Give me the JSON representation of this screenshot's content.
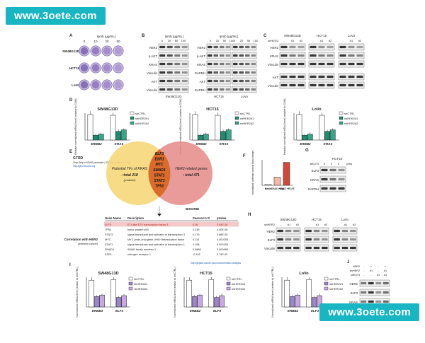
{
  "watermarks": {
    "top": "www.3oete.com",
    "bottom": "www.3oete.com"
  },
  "panels": {
    "A": {
      "letter": "A",
      "header": "Ipmb (µg/mL)",
      "concs": [
        "0",
        "10",
        "20",
        "50"
      ],
      "rows": [
        "SW48G13D",
        "HCT15",
        "LoVo"
      ]
    },
    "B": {
      "letter": "B",
      "header1": "Ipmb (µg/mL)",
      "header2": "Ipmb (µg/mL)",
      "concs1": [
        "0",
        "20",
        "50",
        "100"
      ],
      "concs2": [
        "0",
        "20",
        "50",
        "100"
      ],
      "blots1": [
        "HER2",
        "p-AKT",
        "KRAS",
        "Vinculin",
        "AKT",
        "Vinculin"
      ],
      "blots2": [
        "HER2",
        "p-AKT",
        "KRAS",
        "GAPDH",
        "AKT",
        "GAPDH"
      ],
      "cells": [
        "SW48G13D",
        "HCT15",
        "LoVo"
      ]
    },
    "C": {
      "letter": "C",
      "cells": [
        "SW48G13D",
        "HCT15",
        "LoVo"
      ],
      "sh": "shHER2",
      "lanes": [
        "-",
        "#1",
        "#2"
      ],
      "blots": [
        "HER2",
        "KRAS",
        "Vinculin",
        "AKT",
        "Vinculin"
      ]
    },
    "D": {
      "letter": "D",
      "titles": [
        "SW48G13D",
        "HCT15",
        "LoVo"
      ],
      "ylabel": "Relative normalized mRNA level (relative to CON)",
      "genes": [
        "ERBB2",
        "KRAS"
      ],
      "legend": [
        "shCTRL",
        "shHER2#1",
        "shHER2#2"
      ]
    },
    "E": {
      "letter": "E",
      "gtrd": "GTRD",
      "chip": "Chip-Seq to KRAS promoter (-2000bp relative to TSS)",
      "gtrd_url": "http://gtrd.biouml.org",
      "left_text": [
        "Potential TFs of KRAS",
        ": total 218",
        "(predicted)"
      ],
      "right_text": [
        "HER2-related genes",
        ": total 471"
      ],
      "overlap": [
        "ELF3",
        "ESR1",
        "MYC",
        "SMAD1",
        "STAT1",
        "STAT3",
        "TP53"
      ],
      "biogrid": "BIOGRID",
      "table": {
        "side_label": "Correlation with HER2",
        "side_sub": "(Intestine cancer)",
        "headers": [
          "Gene Name",
          "Description",
          "Pearson's R",
          "pValue"
        ],
        "rows": [
          [
            "ELF3",
            "E74 like ETS transcription factor 3",
            "0.36",
            "3.94E-06"
          ],
          [
            "TP53",
            "tumor protein p53",
            "0.339",
            "4.40E-06"
          ],
          [
            "STAT3",
            "signal transducer and activator of transcription 3",
            "0.176",
            "0.66E-05"
          ],
          [
            "MYC",
            "MYC proto-oncogene, bHLH transcription factor",
            "0.114",
            "0.000155"
          ],
          [
            "STAT1",
            "signal transducer and activator of transcription 1",
            "0.108",
            "0.000155"
          ],
          [
            "SMAD1",
            "SMAD family member 1",
            "0.0868",
            "0.000989"
          ],
          [
            "ESR1",
            "estrogen receptor 1",
            "-0.192",
            "2.74E-05"
          ]
        ]
      },
      "gepia": "http://gepia2.cancer-pku.cn/#correlation-analysis"
    },
    "F": {
      "letter": "F",
      "ylabel": "Normalized luciferase activity (fold change)",
      "cats": [
        "Basic",
        "KRAS +wtp",
        "KRAS +ELF3"
      ]
    },
    "G": {
      "letter": "G",
      "cell": "HCT15",
      "sub": "siELF3",
      "lanes": [
        "0",
        "2",
        "4"
      ],
      "unit": "(nM)",
      "blots": [
        "ELF3",
        "KRAS",
        "GAPDH"
      ]
    },
    "H": {
      "letter": "H",
      "cells": [
        "SW48G13D",
        "HCT15",
        "LoVo"
      ],
      "sh": "shHER2",
      "lanes": [
        "-",
        "#1",
        "#2"
      ],
      "blots": [
        "HER2",
        "ELF3",
        "Vinculin"
      ]
    },
    "I": {
      "letter": "I",
      "titles": [
        "SW48G13D",
        "HCT15",
        "LoVo"
      ],
      "ylabel": "Normalized mRNA level (relative to shCTRL)",
      "genes": [
        "ERBB3",
        "ELF3"
      ],
      "genes2": [
        "ERBB2",
        "ELF3"
      ],
      "legend": [
        "shCTRL",
        "shHER2#1",
        "shHER2#2"
      ]
    },
    "J": {
      "letter": "J",
      "rows": [
        "HER2",
        "shHER2",
        "shELF3"
      ],
      "blots": [
        "HER2",
        "ELF3",
        "KRAS",
        "GAPDH"
      ],
      "signs": [
        [
          "-",
          "+",
          "-",
          "+"
        ],
        [
          "-",
          "#1",
          "-",
          "#1"
        ],
        [
          "-",
          "-",
          "#1",
          "#1"
        ]
      ]
    }
  },
  "colors": {
    "ctrl": "#ffffff",
    "sh1": "#1f8a6e",
    "sh2": "#3aa38a",
    "i1": "#9a86c8",
    "i2": "#c7a9e0",
    "venn_left": "#f6d77a",
    "venn_right": "#e48a86",
    "venn_mid": "#d96b2c",
    "bar_red": "#d2473a",
    "highlight": "#f3c9c9"
  }
}
